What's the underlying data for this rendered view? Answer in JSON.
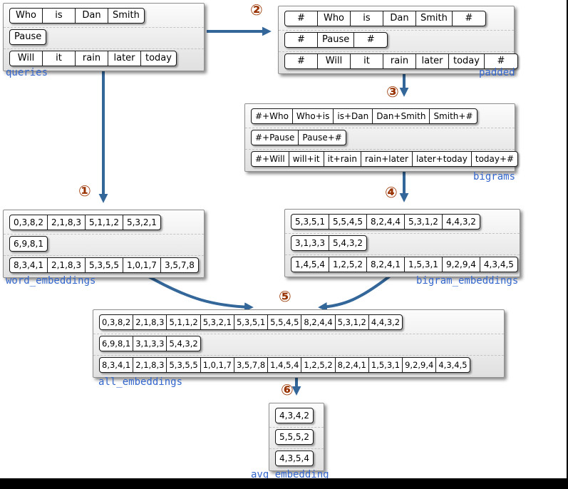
{
  "colors": {
    "arrow": "#336699",
    "label": "#3366cc",
    "step": "#993300",
    "canvas_bg": "#ffffff",
    "page_bg": "#000000"
  },
  "steps": [
    "①",
    "②",
    "③",
    "④",
    "⑤",
    "⑥"
  ],
  "groups": [
    {
      "label": "queries",
      "rows": [
        [
          "Who",
          "is",
          "Dan",
          "Smith"
        ],
        [
          "Pause"
        ],
        [
          "Will",
          "it",
          "rain",
          "later",
          "today"
        ]
      ]
    },
    {
      "label": "padded",
      "rows": [
        [
          "#",
          "Who",
          "is",
          "Dan",
          "Smith",
          "#"
        ],
        [
          "#",
          "Pause",
          "#"
        ],
        [
          "#",
          "Will",
          "it",
          "rain",
          "later",
          "today",
          "#"
        ]
      ]
    },
    {
      "label": "bigrams",
      "rows": [
        [
          "#+Who",
          "Who+is",
          "is+Dan",
          "Dan+Smith",
          "Smith+#"
        ],
        [
          "#+Pause",
          "Pause+#"
        ],
        [
          "#+Will",
          "will+it",
          "it+rain",
          "rain+later",
          "later+today",
          "today+#"
        ]
      ]
    },
    {
      "label": "word_embeddings",
      "rows": [
        [
          "0,3,8,2",
          "2,1,8,3",
          "5,1,1,2",
          "5,3,2,1"
        ],
        [
          "6,9,8,1"
        ],
        [
          "8,3,4,1",
          "2,1,8,3",
          "5,3,5,5",
          "1,0,1,7",
          "3,5,7,8"
        ]
      ]
    },
    {
      "label": "bigram_embeddings",
      "rows": [
        [
          "5,3,5,1",
          "5,5,4,5",
          "8,2,4,4",
          "5,3,1,2",
          "4,4,3,2"
        ],
        [
          "3,1,3,3",
          "5,4,3,2"
        ],
        [
          "1,4,5,4",
          "1,2,5,2",
          "8,2,4,1",
          "1,5,3,1",
          "9,2,9,4",
          "4,3,4,5"
        ]
      ]
    },
    {
      "label": "all_embeddings",
      "rows": [
        [
          "0,3,8,2",
          "2,1,8,3",
          "5,1,1,2",
          "5,3,2,1",
          "5,3,5,1",
          "5,5,4,5",
          "8,2,4,4",
          "5,3,1,2",
          "4,4,3,2"
        ],
        [
          "6,9,8,1",
          "3,1,3,3",
          "5,4,3,2"
        ],
        [
          "8,3,4,1",
          "2,1,8,3",
          "5,3,5,5",
          "1,0,1,7",
          "3,5,7,8",
          "1,4,5,4",
          "1,2,5,2",
          "8,2,4,1",
          "1,5,3,1",
          "9,2,9,4",
          "4,3,4,5"
        ]
      ]
    },
    {
      "label": "avg_embedding",
      "rows": [
        [
          "4,3,4,2"
        ],
        [
          "5,5,5,2"
        ],
        [
          "4,3,5,4"
        ]
      ]
    }
  ]
}
